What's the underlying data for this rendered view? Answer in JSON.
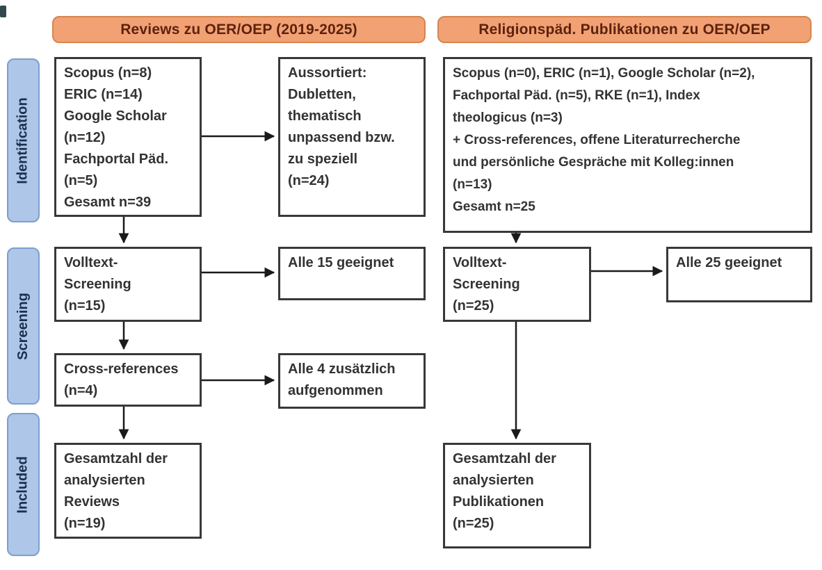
{
  "stage_labels": {
    "identification": "Identification",
    "screening": "Screening",
    "included": "Included"
  },
  "left_column": {
    "header": "Reviews zu OER/OEP (2019-2025)",
    "identification_box": "Scopus (n=8)\nERIC (n=14)\nGoogle Scholar\n(n=12)\nFachportal Päd.\n(n=5)\nGesamt n=39",
    "excluded_box": "Aussortiert:\nDubletten,\nthematisch\nunpassend bzw.\nzu speziell\n(n=24)",
    "fulltext_box": "Volltext-\nScreening\n(n=15)",
    "eligible_box": "Alle 15 geeignet",
    "crossref_box": "Cross-references\n(n=4)",
    "added_box": "Alle 4 zusätzlich\naufgenommen",
    "included_box": "Gesamtzahl der\nanalysierten\nReviews\n(n=19)"
  },
  "right_column": {
    "header": "Religionspäd. Publikationen zu OER/OEP",
    "identification_box": "Scopus (n=0), ERIC (n=1), Google Scholar (n=2),\nFachportal Päd. (n=5), RKE (n=1), Index\ntheologicus (n=3)\n+ Cross-references, offene Literaturrecherche\nund persönliche Gespräche mit Kolleg:innen\n(n=13)\nGesamt n=25",
    "fulltext_box": "Volltext-\nScreening\n(n=25)",
    "eligible_box": "Alle 25 geeignet",
    "included_box": "Gesamtzahl der\nanalysierten\nPublikationen\n(n=25)"
  },
  "colors": {
    "header_fill": "#F1A173",
    "header_border": "#D58550",
    "header_text": "#5D220F",
    "stage_fill": "#AEC6E8",
    "stage_border": "#7E9FCC",
    "stage_text": "#1C3050",
    "box_border": "#383838",
    "box_text": "#333333",
    "arrow": "#1A1A1A"
  }
}
